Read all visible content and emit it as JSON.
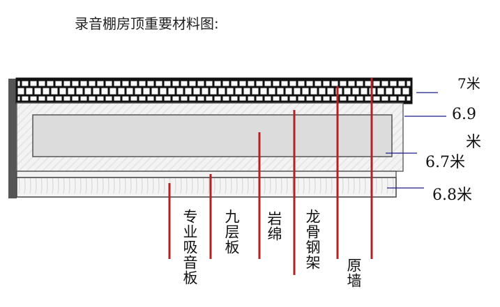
{
  "title": "录音棚房顶重要材料图:",
  "layers": [
    {
      "label": "专业吸音板"
    },
    {
      "label": "九层板"
    },
    {
      "label": "岩绵"
    },
    {
      "label": "龙骨钢架"
    },
    {
      "label": "原墙"
    }
  ],
  "dimensions": {
    "d1": "7米",
    "d2a": "6.9",
    "d2b": "米",
    "d3": "6.7米",
    "d4": "6.8米"
  },
  "colors": {
    "leader": "#b22222",
    "dimension_line": "#1a1a8c"
  }
}
